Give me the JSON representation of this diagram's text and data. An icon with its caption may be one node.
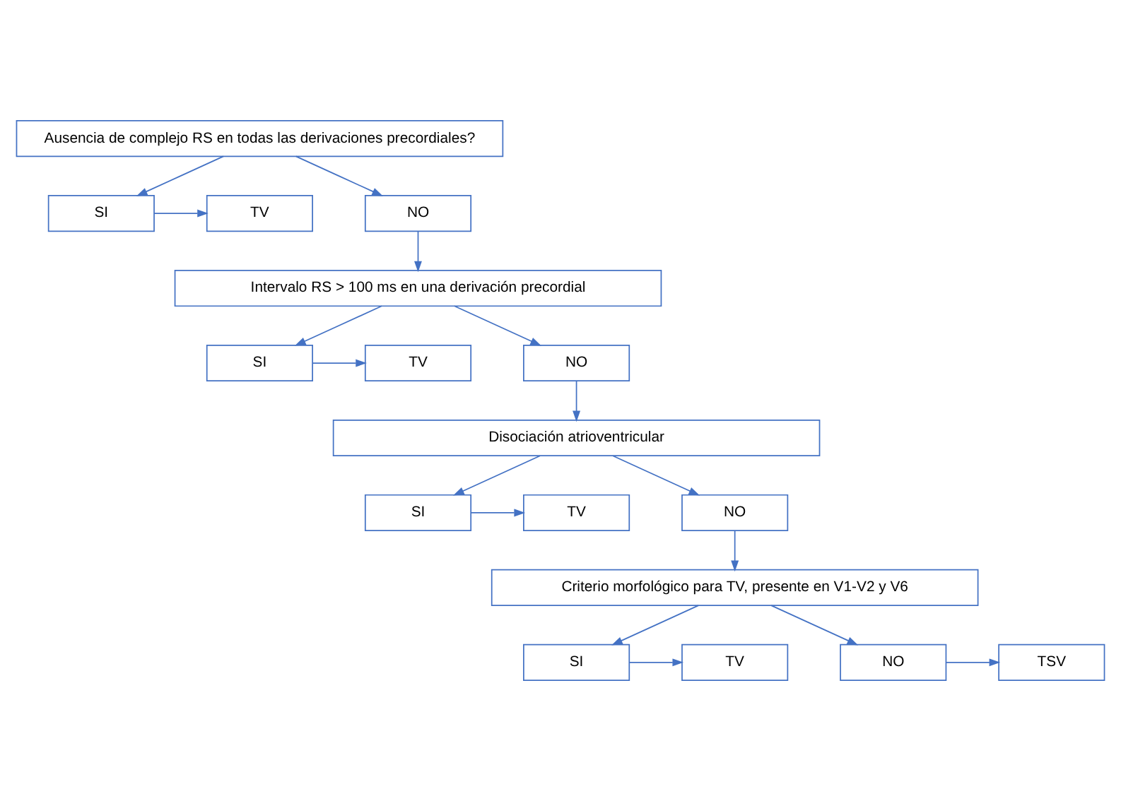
{
  "diagram": {
    "nodes": [
      {
        "text": [
          "Ausencia de complejo RS en todas las derivaciones precordiales?"
        ]
      },
      {
        "text": [
          "TV"
        ]
      },
      {
        "text": [
          "SI"
        ]
      },
      {
        "text": [
          "NO"
        ]
      },
      {
        "text": [
          "Intervalo RS > 100 ms en una derivación precordial"
        ]
      },
      {
        "text": [
          "TV"
        ]
      },
      {
        "text": [
          "SI"
        ]
      },
      {
        "text": [
          "NO"
        ]
      },
      {
        "text": [
          "Disociación atrioventricular"
        ]
      },
      {
        "text": [
          "TV"
        ]
      },
      {
        "text": [
          "SI"
        ]
      },
      {
        "text": [
          "NO"
        ]
      },
      {
        "text": [
          "Criterio morfológico para TV, presente en V1-V2 y V6"
        ]
      },
      {
        "text": [
          "TV"
        ]
      },
      {
        "text": [
          "SI"
        ]
      },
      {
        "text": [
          "NO"
        ]
      },
      {
        "text": [
          "TSV"
        ]
      }
    ],
    "edges": [
      {
        "from": 0,
        "to": 2,
        "arrow": "to"
      },
      {
        "from": 0,
        "to": 3,
        "arrow": "to"
      },
      {
        "from": 2,
        "to": 1,
        "arrow": "to"
      },
      {
        "from": 3,
        "to": 4,
        "arrow": "to"
      },
      {
        "from": 4,
        "to": 6,
        "arrow": "to"
      },
      {
        "from": 4,
        "to": 7,
        "arrow": "to"
      },
      {
        "from": 6,
        "to": 5,
        "arrow": "to"
      },
      {
        "from": 7,
        "to": 8,
        "arrow": "to"
      },
      {
        "from": 8,
        "to": 10,
        "arrow": "to"
      },
      {
        "from": 8,
        "to": 11,
        "arrow": "to"
      },
      {
        "from": 10,
        "to": 9,
        "arrow": "to"
      },
      {
        "from": 11,
        "to": 12,
        "arrow": "to"
      },
      {
        "from": 12,
        "to": 14,
        "arrow": "to"
      },
      {
        "from": 12,
        "to": 15,
        "arrow": "to"
      },
      {
        "from": 14,
        "to": 13,
        "arrow": "to"
      },
      {
        "from": 15,
        "to": 16,
        "arrow": "to"
      }
    ]
  }
}
